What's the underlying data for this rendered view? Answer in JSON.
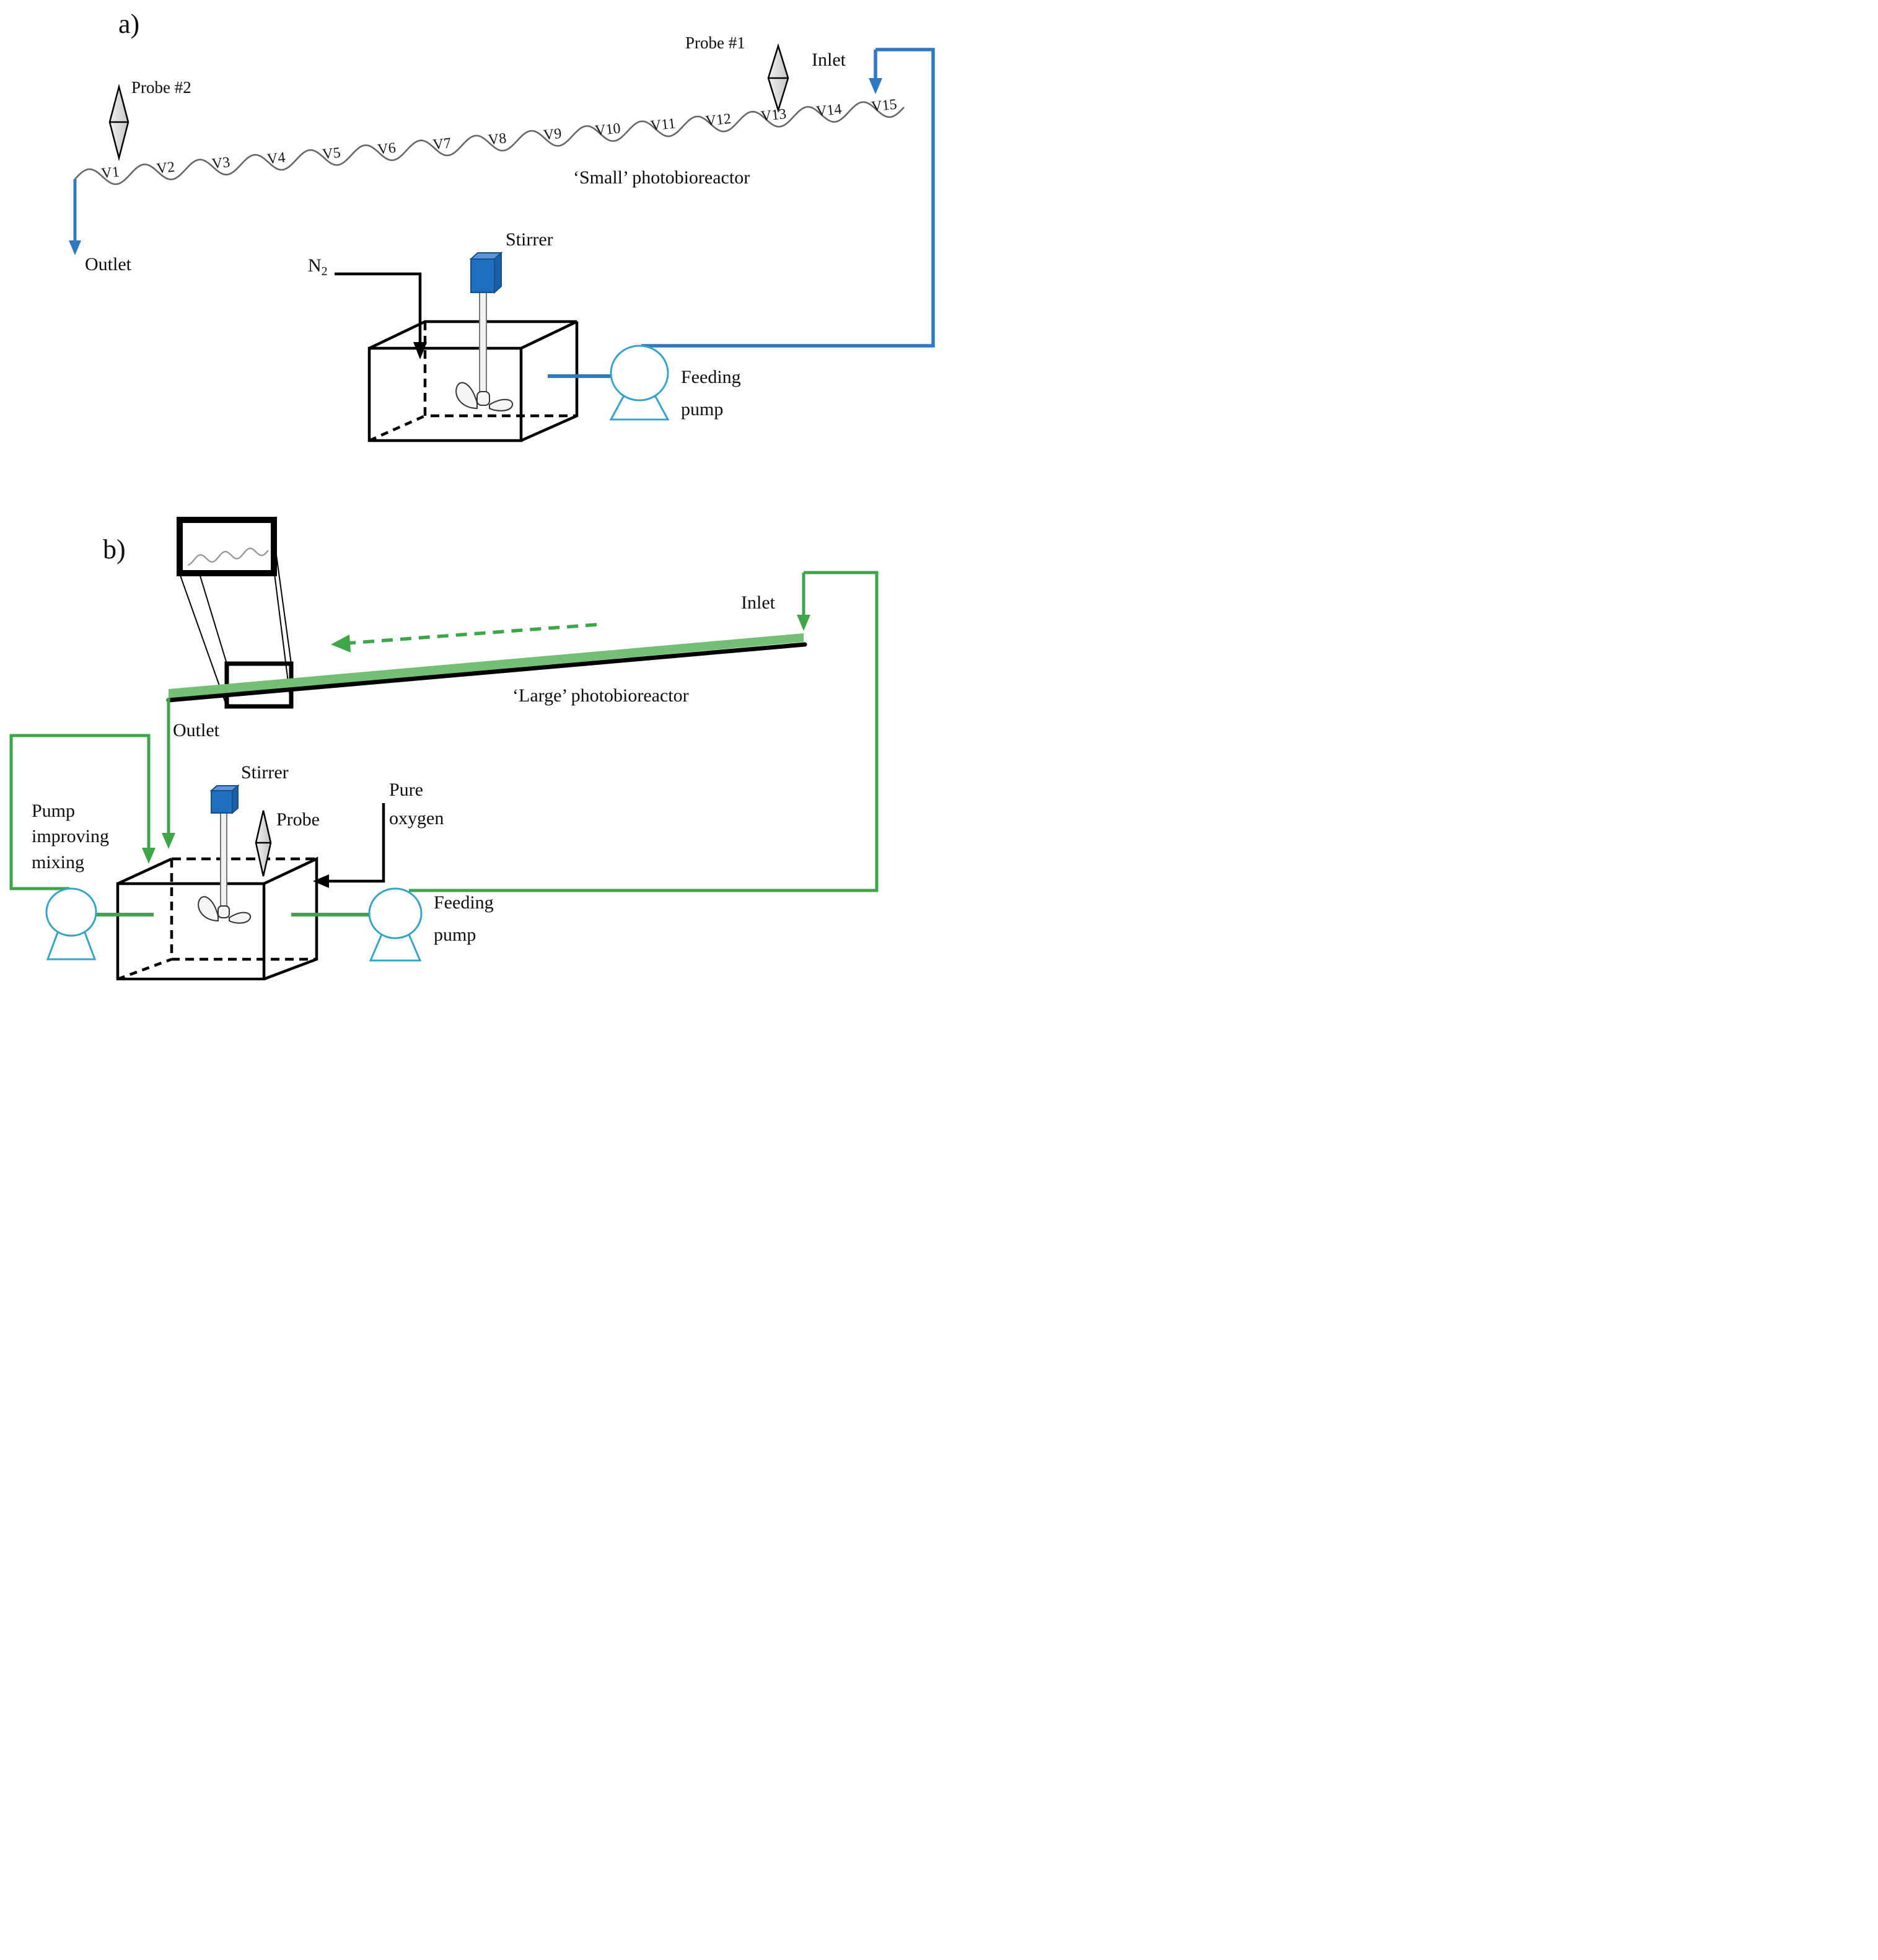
{
  "figure": {
    "panel_a": {
      "panel_label": "a)",
      "reactor_name": "‘Small’ photobioreactor",
      "segment_labels": [
        "V1",
        "V2",
        "V3",
        "V4",
        "V5",
        "V6",
        "V7",
        "V8",
        "V9",
        "V10",
        "V11",
        "V12",
        "V13",
        "V14",
        "V15"
      ],
      "probe1_label": "Probe #1",
      "probe2_label": "Probe #2",
      "inlet_label": "Inlet",
      "outlet_label": "Outlet",
      "stirrer_label": "Stirrer",
      "n2_label": {
        "base": "N",
        "sub": "2"
      },
      "feeding_pump_line1": "Feeding",
      "feeding_pump_line2": "pump"
    },
    "panel_b": {
      "panel_label": "b)",
      "reactor_name": "‘Large’ photobioreactor",
      "inlet_label": "Inlet",
      "outlet_label": "Outlet",
      "stirrer_label": "Stirrer",
      "probe_label": "Probe",
      "pure_oxygen_line1": "Pure",
      "pure_oxygen_line2": "oxygen",
      "mixing_pump_label_lines": [
        "Pump",
        "improving",
        "mixing"
      ],
      "feeding_pump_line1": "Feeding",
      "feeding_pump_line2": "pump"
    }
  },
  "colors": {
    "accent_blue": "#2E79C2",
    "pump_outline": "#35A4C8",
    "accent_green": "#3CA648",
    "channel_fill": "#74BE76",
    "stirrer_front": "#1E6FC0",
    "stirrer_top": "#5E95D8",
    "stirrer_side": "#1B5FA8",
    "stirrer_edge": "#174F8C",
    "wave_stroke": "#666666",
    "inset_wave_stroke": "#999999",
    "probe_light": "#F1F1F1",
    "probe_dark": "#C4C4C4",
    "ink": "#000000",
    "propeller_fill": "#F5F5F5"
  }
}
